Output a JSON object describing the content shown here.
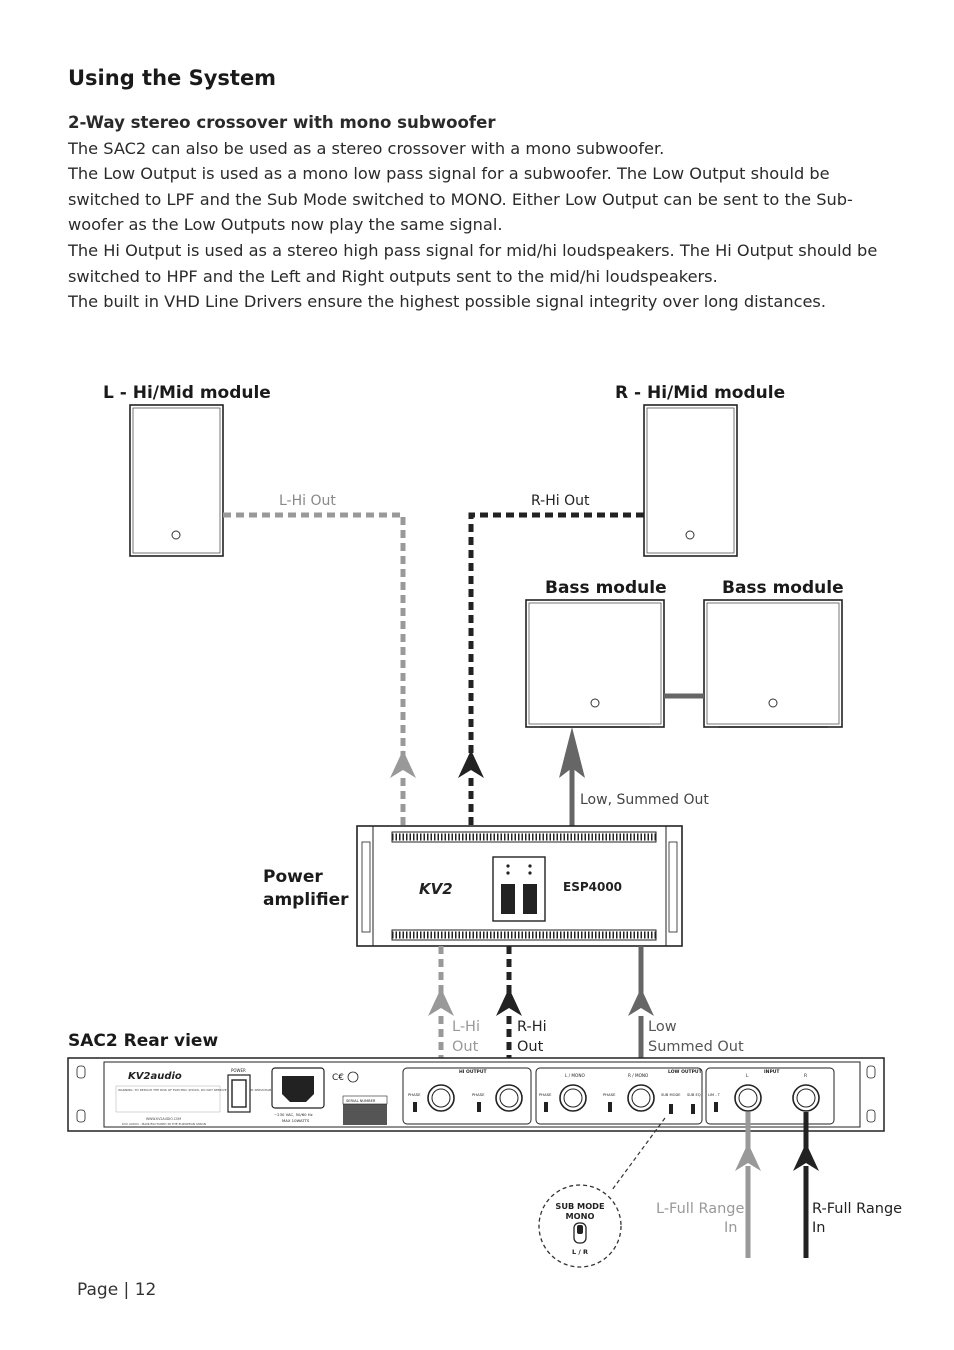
{
  "header": {
    "title": "Using the System"
  },
  "intro": {
    "subtitle": "2-Way stereo crossover with mono subwoofer",
    "paragraphs": [
      "The SAC2 can also be used as a stereo crossover with a mono subwoofer.",
      "The Low Output is used as a mono low pass signal for a subwoofer. The Low Output should be switched to LPF and the Sub Mode switched to MONO. Either Low Output can be sent to the Sub-woofer as the Low Outputs now play the same signal.",
      "The Hi Output is used as a stereo high pass signal for mid/hi loudspeakers. The Hi Output should be switched to HPF and the Left and Right outputs sent to the mid/hi loudspeakers.",
      "The built in VHD Line Drivers ensure the highest possible signal integrity over long distances."
    ]
  },
  "diagram": {
    "labels": {
      "left_module": "L - Hi/Mid module",
      "right_module": "R - Hi/Mid module",
      "bass_module_1": "Bass module",
      "bass_module_2": "Bass module",
      "power_amp_line1": "Power",
      "power_amp_line2": "amplifier",
      "sac2_rear_view": "SAC2 Rear view"
    },
    "signals": {
      "l_hi_out_top": "L-Hi Out",
      "r_hi_out_top": "R-Hi Out",
      "low_summed_out_top": "Low, Summed Out",
      "l_hi_bottom_line1": "L-Hi",
      "l_hi_bottom_line2": "Out",
      "r_hi_bottom_line1": "R-Hi",
      "r_hi_bottom_line2": "Out",
      "low_bottom_line1": "Low",
      "low_bottom_line2": "Summed Out",
      "l_full_line1": "L-Full Range",
      "l_full_line2": "In",
      "r_full_line1": "R-Full Range",
      "r_full_line2": "In"
    },
    "amplifier": {
      "model": "ESP4000",
      "brand": "KV2"
    },
    "sac2_panel": {
      "brand": "KV2audio",
      "power_label": "POWER",
      "mains_rating_1": "~230 VAC, 50/60 Hz",
      "mains_rating_2": "MAX 10WATTS",
      "serial_label": "SERIAL NUMBER",
      "website": "WWW.KV2AUDIO.COM",
      "made_in": "KV2 AUDIO - MANUFACTURED IN THE EUROPEAN UNION",
      "warning": "WARNING: TO REDUCE THE RISK OF ELECTRIC SHOCK, DO NOT REMOVE COVER. NO USER SERVICEABLE PARTS INSIDE.",
      "hi_output": "HI OUTPUT",
      "low_output": "LOW OUTPUT",
      "input": "INPUT",
      "phase": "PHASE",
      "l_mono": "L / MONO",
      "r_mono": "R / MONO",
      "sub_mode": "SUB MODE",
      "sub_eq": "SUB EQ",
      "mono": "MONO",
      "lim": "LIM - T",
      "l": "L",
      "r": "R"
    },
    "callout": {
      "line1": "SUB MODE",
      "line2": "MONO",
      "line3": "L / R"
    }
  },
  "footer": {
    "page_label": "Page | 12"
  },
  "colors": {
    "light_gray": "#999999",
    "dark": "#222222",
    "mid_gray": "#666666"
  }
}
